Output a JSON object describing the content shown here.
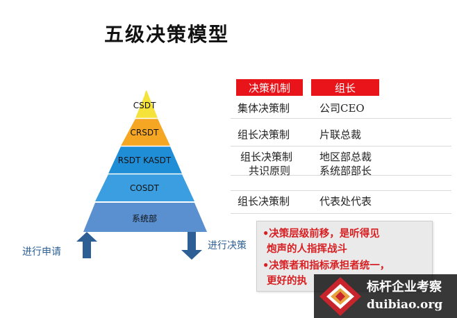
{
  "title": "五级决策模型",
  "pyramid": {
    "levels": [
      "CSDT",
      "CRSDT",
      "RSDT KASDT",
      "COSDT",
      "系统部"
    ],
    "colors": [
      "#f5e23a",
      "#f5a623",
      "#1f8ed6",
      "#3a9ee0",
      "#5a8fd0"
    ]
  },
  "table": {
    "headers": [
      "决策机制",
      "组长"
    ],
    "rows": [
      {
        "mechanism": [
          "集体决策制"
        ],
        "leader": [
          "公司CEO"
        ]
      },
      {
        "mechanism": [
          "组长决策制"
        ],
        "leader": [
          "片联总裁"
        ]
      },
      {
        "mechanism": [
          "组长决策制",
          "共识原则"
        ],
        "leader": [
          "地区部总裁",
          "系统部部长"
        ]
      },
      {
        "mechanism": [
          ""
        ],
        "leader": [
          ""
        ]
      },
      {
        "mechanism": [
          "组长决策制"
        ],
        "leader": [
          "代表处代表"
        ]
      }
    ]
  },
  "note": {
    "lines": [
      "•决策层级前移，是听得见",
      "炮声的人指挥战斗",
      "•决策者和指标承担者统一，",
      "更好的执"
    ]
  },
  "arrows": {
    "up_label": "进行申请",
    "down_label": "进行决策"
  },
  "watermark": {
    "name": "标杆企业考察",
    "site": "duibiao.org",
    "colors": [
      "#c8242b",
      "#e6a23c",
      "#ffffff"
    ]
  }
}
